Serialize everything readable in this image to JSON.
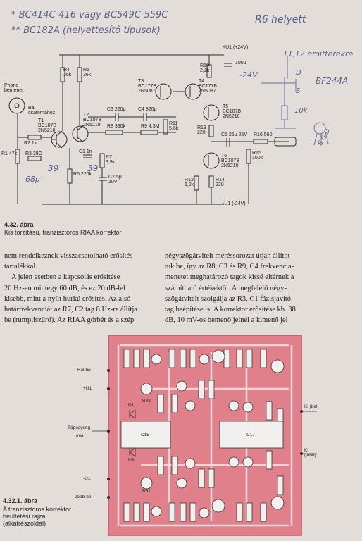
{
  "handwriting": {
    "line1_prefix": "*",
    "line1": "BC414C-416 vagy BC549C-559C",
    "line2_prefix": "**",
    "line2": "BC182A (helyettesítő típusok)",
    "top_right": "R6 helyett",
    "t1t2_note": "T1,T2 emitterekre",
    "minus24": "-24V",
    "bf": "BF244A",
    "d": "D",
    "s": "S",
    "r10k": "10k",
    "ss": "S G D",
    "n39": "39",
    "n39b": "39",
    "n68": "68μ"
  },
  "schematic": {
    "phono_label": "Phono bemenet",
    "bal_label": "Bal csatornához",
    "supply_pos": "+U1 (+24V)",
    "supply_neg": "-U1 (-24V)",
    "r1": "R1 47k",
    "r2": "R2 1k",
    "r3": "R3 39Ω",
    "r4": "R4 36k",
    "r5": "R5 36k",
    "r6": "R6 220k",
    "r7": "R7 3,9k",
    "r8": "R8 330k",
    "r9": "R9 4,3M",
    "r10": "R10 2,2k",
    "r11": "R11 5,6k",
    "r12": "R12 6,2k",
    "r13": "R13 220",
    "r14": "R14 220",
    "r15": "R15 100k",
    "r16": "R16 560",
    "c1": "C1 1n",
    "c2": "C2 5μ 10V",
    "c3": "C3 220p",
    "c4": "C4 820p",
    "c5": "C5 25μ 25V",
    "t1": "T1 BC107B 2N5210",
    "t2": "T2 BC107B 2N5210",
    "t3": "T3 BC177B 2N5087",
    "t4": "T4 BC177B 2N5087",
    "t5": "T5 BC107B 2N5210",
    "t6": "T6 BC107B 2N5210",
    "cap100": "100μ"
  },
  "figure1": {
    "number": "4.32. ábra",
    "caption": "Kis torzítású, tranzisztoros RIAA korrektor"
  },
  "text": {
    "col1": [
      "nem rendelkeznek visszacsatolható erősítés-",
      "tartalékkal.",
      "A jelen esetben a kapcsolás erősítése",
      "20 Hz-en mintegy 60 dB, és ez 20 dB-lel",
      "kisebb, mint a nyílt hurkú erősítés. Az alsó",
      "határfrekvenciát az R7, C2 tag 8 Hz-re állítja",
      "be (rumpliszűrő). Az RIAA görbét és a szép"
    ],
    "col2": [
      "négyszögátvitelt méréssorozat útján állítot-",
      "tuk be, így az R8, C3 és R9, C4 frekvencia-",
      "menetet meghatározó tagok kissé eltérnek a",
      "számítható értékektől. A megfelelő négy-",
      "szögátvitelt szolgálja az R3, C1 fázisjavító",
      "tag beépítése is. A korrektor erősítése kb. 38",
      "dB, 10 mV-os bemenő jelnél a kimenő jel"
    ]
  },
  "figure2": {
    "number": "4.32.1. ábra",
    "caption_lines": [
      "A tranzisztoros korrektor",
      "beültetési rajza",
      "(alkatrészoldal)"
    ],
    "labels": {
      "bal_be": "Bal-be",
      "u1_plus": "+U1",
      "u1_minus": "-U1",
      "tapegyseg": "Tápegység",
      "fold": "föld",
      "ki_bal": "Ki (bal)",
      "ki_jobb": "Ki (jobb)",
      "jobb_be": "Jobb-be",
      "c15": "C15",
      "c17": "C17",
      "d1": "D1",
      "d3": "D3",
      "r33": "R33",
      "r31": "R31"
    }
  },
  "colors": {
    "paper": "#e3ddd9",
    "pcb": "#e0808a",
    "pcb_trace": "#f3c9ce",
    "ink": "#1f1f1f",
    "pen": "#5a5f8a"
  }
}
